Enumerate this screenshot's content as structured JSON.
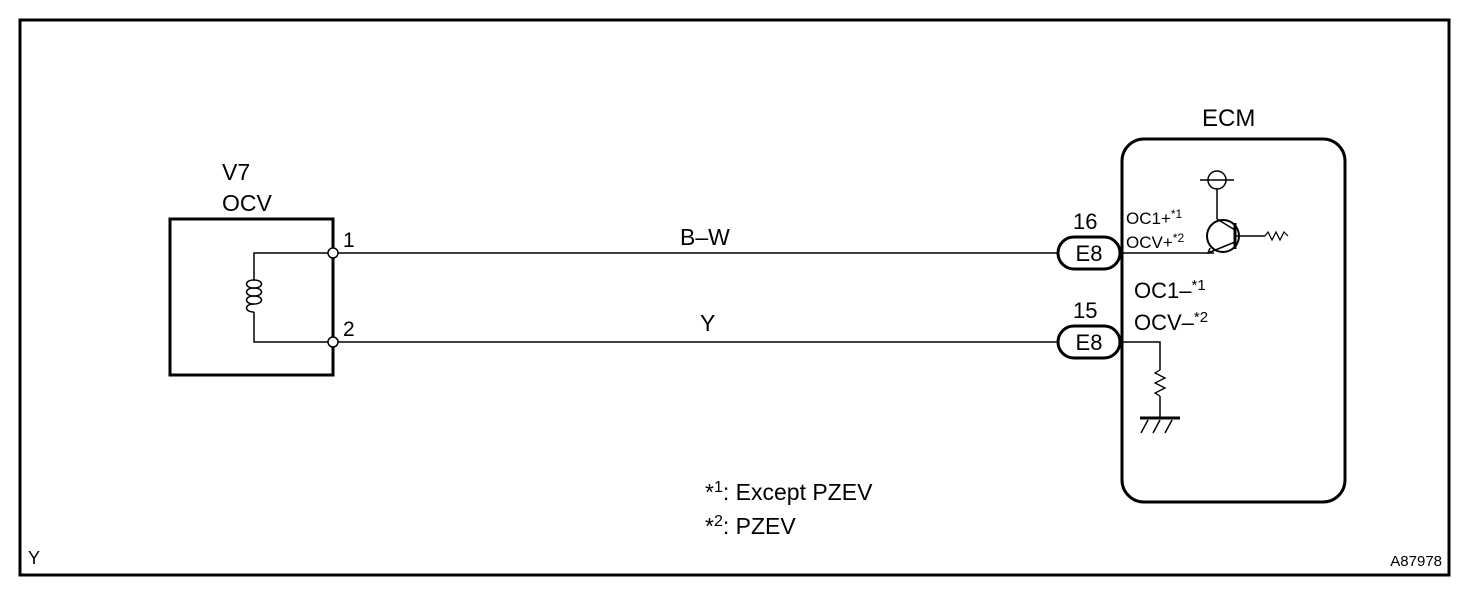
{
  "component_left": {
    "code": "V7",
    "name": "OCV",
    "pin1": "1",
    "pin2": "2"
  },
  "wires": {
    "top_color": "B–W",
    "bottom_color": "Y"
  },
  "connectors": {
    "top": {
      "pin": "16",
      "code": "E8"
    },
    "bottom": {
      "pin": "15",
      "code": "E8"
    }
  },
  "ecm": {
    "title": "ECM",
    "top_signal_1": "OC1+",
    "top_signal_1_note": "*1",
    "top_signal_2": "OCV+",
    "top_signal_2_note": "*2",
    "bottom_signal_1": "OC1–",
    "bottom_signal_1_note": "*1",
    "bottom_signal_2": "OCV–",
    "bottom_signal_2_note": "*2"
  },
  "notes": {
    "note1_mark": "*",
    "note1_num": "1",
    "note1_text": ": Except PZEV",
    "note2_mark": "*",
    "note2_num": "2",
    "note2_text": ": PZEV"
  },
  "corner_left": "Y",
  "figure_id": "A87978"
}
